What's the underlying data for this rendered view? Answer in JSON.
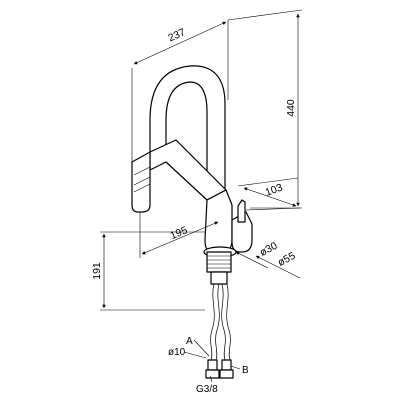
{
  "drawing": {
    "dimensions": {
      "spout_reach": "237",
      "height": "440",
      "base_to_spout": "103",
      "spout_offset": "195",
      "depth": "191",
      "diameter_base": "ø30",
      "diameter_body": "ø55"
    },
    "callouts": {
      "label_a": "A",
      "label_b": "B",
      "hose_diameter": "ø10",
      "thread": "G3/8"
    }
  }
}
